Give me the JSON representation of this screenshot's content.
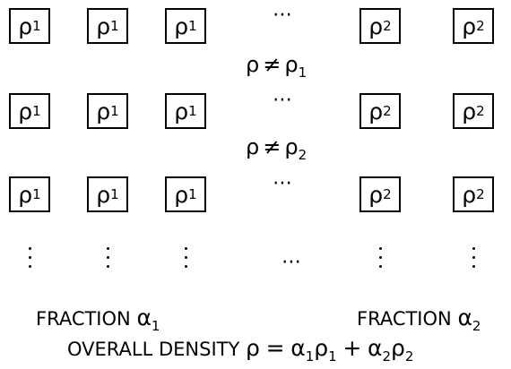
{
  "rho": "ρ",
  "alpha": "α",
  "sub1": "1",
  "sub2": "2",
  "ellipsis": "⋯",
  "neq": "≠",
  "eq_sign": "=",
  "plus": "+",
  "grid": {
    "rows": [
      {
        "cells": [
          "1",
          "1",
          "1",
          "2",
          "2"
        ]
      },
      {
        "cells": [
          "1",
          "1",
          "1",
          "2",
          "2"
        ]
      },
      {
        "cells": [
          "1",
          "1",
          "1",
          "2",
          "2"
        ]
      }
    ]
  },
  "conditions": [
    {
      "lhs": "ρ",
      "op": "≠",
      "rhs": "ρ",
      "rhs_sub": "1"
    },
    {
      "lhs": "ρ",
      "op": "≠",
      "rhs": "ρ",
      "rhs_sub": "2"
    }
  ],
  "labels": {
    "fraction_word": "FRACTION",
    "overall": "OVERALL DENSITY"
  }
}
